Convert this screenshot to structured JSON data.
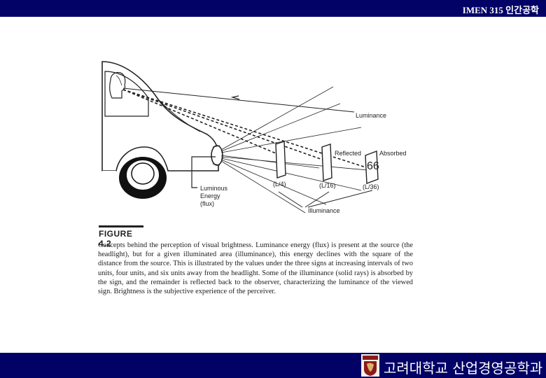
{
  "header": {
    "title": "IMEN 315 인간공학",
    "bar_color": "#010166"
  },
  "footer": {
    "department": "고려대학교 산업경영공학과",
    "logo_icon": "korea-university-crest-icon"
  },
  "figure": {
    "labels": {
      "luminance": "Luminance",
      "reflected": "Reflected",
      "absorbed": "Absorbed",
      "sign_value": "66",
      "luminous_1": "Luminous",
      "luminous_2": "Energy",
      "luminous_3": "(flux)",
      "dist_1": "(L/4)",
      "dist_2": "(L/16)",
      "dist_3": "(L/36)",
      "illuminance": "Illuminance"
    },
    "number": "FIGURE 4.2",
    "caption": "Concepts behind the perception of visual brightness. Luminance energy (flux) is present at the source (the headlight), but for a given illuminated area (illuminance), this energy declines with the square of the distance from the source. This is illustrated by the values under the three signs at increasing intervals of two units, four units, and six units away from the headlight. Some of the illuminance (solid rays) is absorbed by the sign, and the remainder is reflected back to the observer, characterizing the luminance of the viewed sign. Brightness is the subjective experience of the perceiver."
  }
}
